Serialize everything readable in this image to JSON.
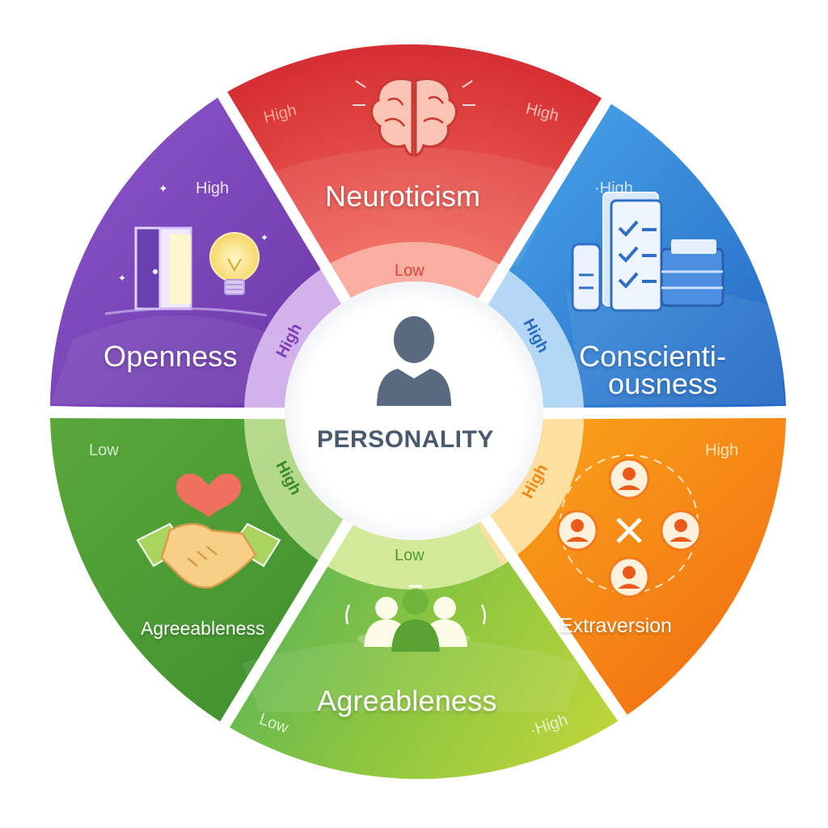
{
  "diagram": {
    "center": {
      "label": "PERSONALITY",
      "icon": "person-silhouette-icon"
    },
    "segments": [
      {
        "id": "neuroticism",
        "title": "Neuroticism",
        "icon": "brain-icon",
        "color": "#e2413f",
        "labels": {
          "high_left": "High",
          "high_right": "High",
          "ring": "Low"
        }
      },
      {
        "id": "conscientiousness",
        "title_line1": "Conscienti-",
        "title_line2": "ousness",
        "icon": "checklist-icon",
        "color": "#2f7fd6",
        "labels": {
          "high": "·High",
          "ring": "High"
        }
      },
      {
        "id": "extraversion",
        "title": "Extraversion",
        "icon": "people-network-icon",
        "color": "#f58a16",
        "labels": {
          "high": "High",
          "ring": "High"
        }
      },
      {
        "id": "agreeableness-bottom",
        "title": "Agreableness",
        "icon": "group-icon",
        "color": "#8cc43f",
        "labels": {
          "ring": "Low",
          "low": "Low",
          "high": "·High"
        }
      },
      {
        "id": "agreeableness-left",
        "title": "Agreeableness",
        "icon": "handshake-heart-icon",
        "color": "#4f9d35",
        "labels": {
          "low": "Low",
          "ring": "High"
        }
      },
      {
        "id": "openness",
        "title": "Openness",
        "icon": "door-lightbulb-icon",
        "color": "#7b45b8",
        "labels": {
          "high": "High",
          "ring": "High"
        }
      }
    ]
  }
}
